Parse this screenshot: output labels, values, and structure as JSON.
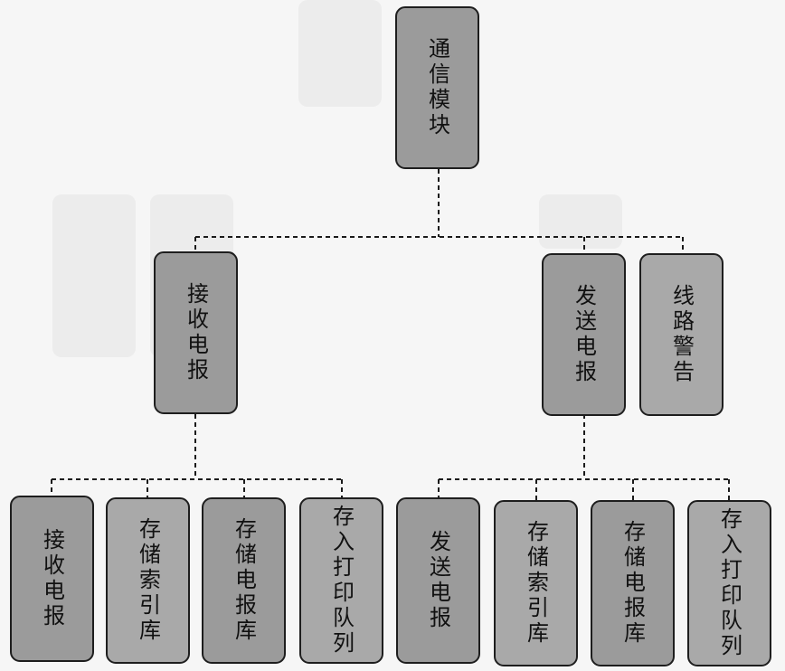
{
  "colors": {
    "dark_box": "#9b9b9b",
    "light_box": "#a9a9a9",
    "line": "#1a1a1a",
    "background": "#f6f6f6"
  },
  "root": {
    "label": "通信模块"
  },
  "level2": [
    {
      "label": "接收电报"
    },
    {
      "label": "发送电报"
    },
    {
      "label": "线路警告"
    }
  ],
  "receive_children": [
    {
      "label": "接收电报"
    },
    {
      "label": "存储索引库"
    },
    {
      "label": "存储电报库"
    },
    {
      "label": "存入打印队列"
    }
  ],
  "send_children": [
    {
      "label": "发送电报"
    },
    {
      "label": "存储索引库"
    },
    {
      "label": "存储电报库"
    },
    {
      "label": "存入打印队列"
    }
  ]
}
